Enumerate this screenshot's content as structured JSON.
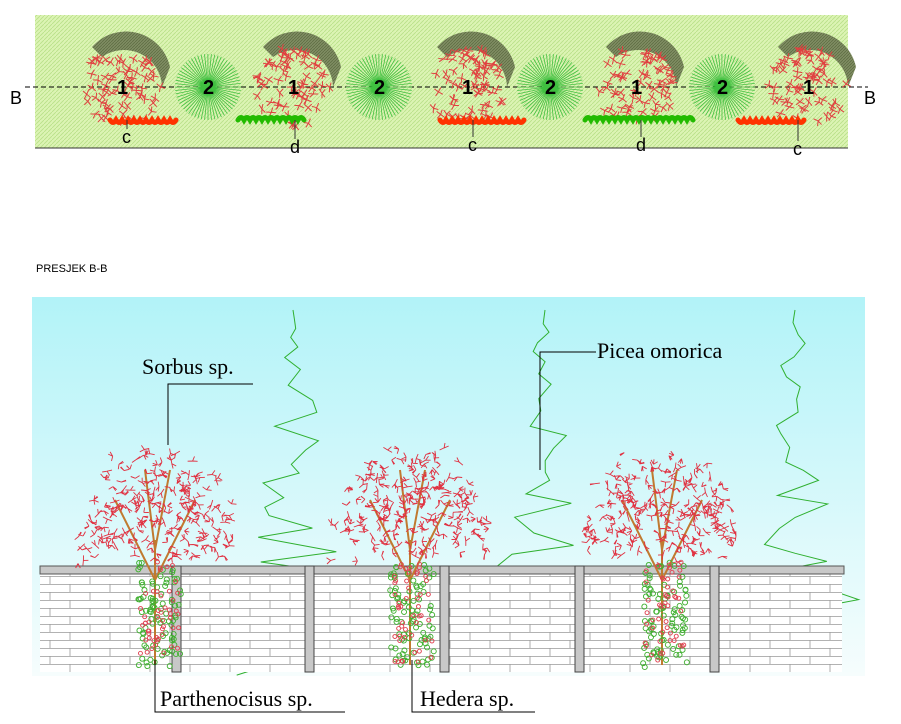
{
  "plan": {
    "section_mark_left": "B",
    "section_mark_right": "B",
    "trees": [
      {
        "number": "1",
        "type": "sorbus"
      },
      {
        "number": "2",
        "type": "picea"
      },
      {
        "number": "1",
        "type": "sorbus"
      },
      {
        "number": "2",
        "type": "picea"
      },
      {
        "number": "1",
        "type": "sorbus"
      },
      {
        "number": "2",
        "type": "picea"
      },
      {
        "number": "1",
        "type": "sorbus"
      },
      {
        "number": "2",
        "type": "picea"
      },
      {
        "number": "1",
        "type": "sorbus"
      }
    ],
    "climbers": [
      {
        "letter": "c",
        "color": "#ff3300"
      },
      {
        "letter": "d",
        "color": "#22bb00"
      },
      {
        "letter": "c",
        "color": "#ff3300"
      },
      {
        "letter": "d",
        "color": "#22bb00"
      },
      {
        "letter": "c",
        "color": "#ff3300"
      }
    ]
  },
  "section": {
    "title": "PRESJEK B-B",
    "labels": {
      "sorbus": "Sorbus sp.",
      "picea": "Picea omorica",
      "parthenocissus": "Parthenocisus sp.",
      "hedera": "Hedera sp."
    }
  },
  "colors": {
    "lawn": "#d4f0a8",
    "sky_top": "#b4f4f8",
    "sky_bottom": "#f4fcfc",
    "sorbus": "#e03040",
    "picea": "#30b030",
    "shadow": "#6a7a50",
    "wall": "#c8c8c8"
  }
}
